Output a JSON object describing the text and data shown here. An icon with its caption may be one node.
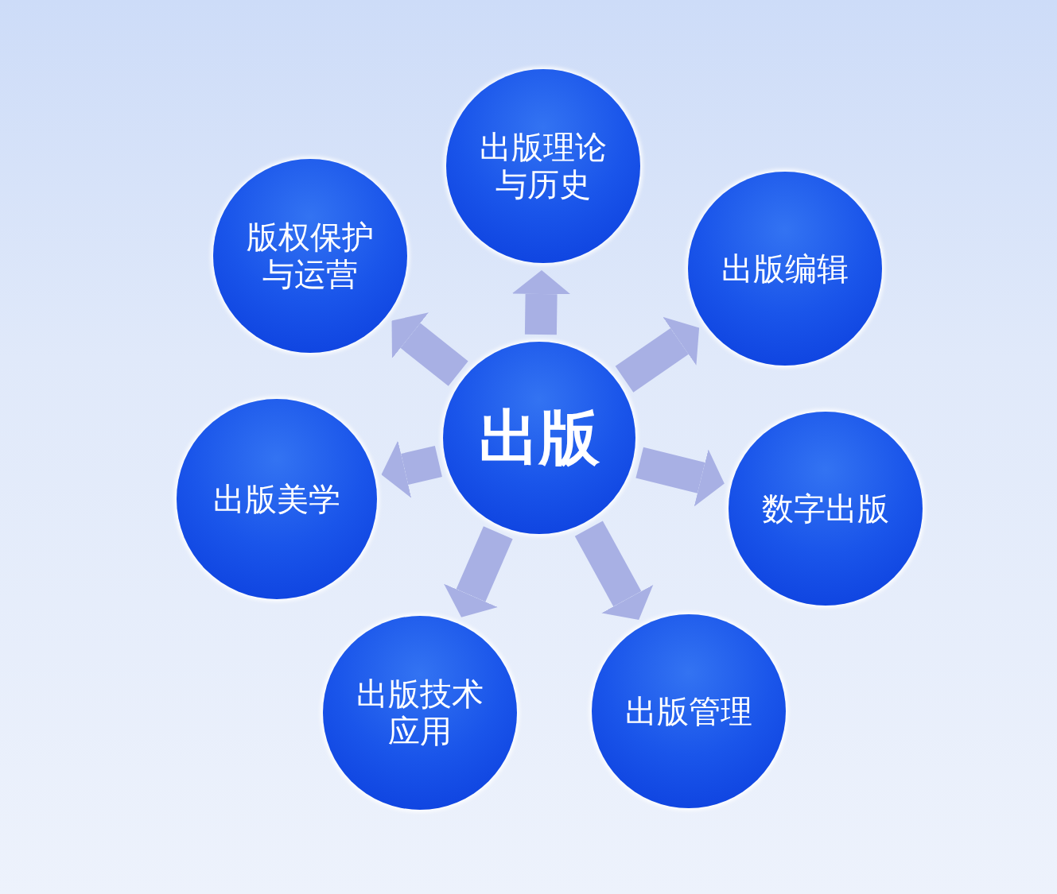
{
  "diagram": {
    "nodes": [
      {
        "text": [
          "出版理论与历史"
        ]
      },
      {
        "text": [
          "版权保护与运营"
        ]
      },
      {
        "text": [
          "出版编辑"
        ]
      },
      {
        "text": [
          "出版"
        ]
      },
      {
        "text": [
          "出版美学"
        ]
      },
      {
        "text": [
          "数字出版"
        ]
      },
      {
        "text": [
          "出版技术应用"
        ]
      },
      {
        "text": [
          "出版管理"
        ]
      }
    ],
    "edges": [
      {
        "from": 3,
        "to": 0,
        "arrow": "to"
      },
      {
        "from": 3,
        "to": 2,
        "arrow": "to"
      },
      {
        "from": 3,
        "to": 5,
        "arrow": "to"
      },
      {
        "from": 3,
        "to": 7,
        "arrow": "to"
      },
      {
        "from": 3,
        "to": 6,
        "arrow": "to"
      },
      {
        "from": 3,
        "to": 4,
        "arrow": "to"
      },
      {
        "from": 3,
        "to": 1,
        "arrow": "to"
      }
    ]
  }
}
